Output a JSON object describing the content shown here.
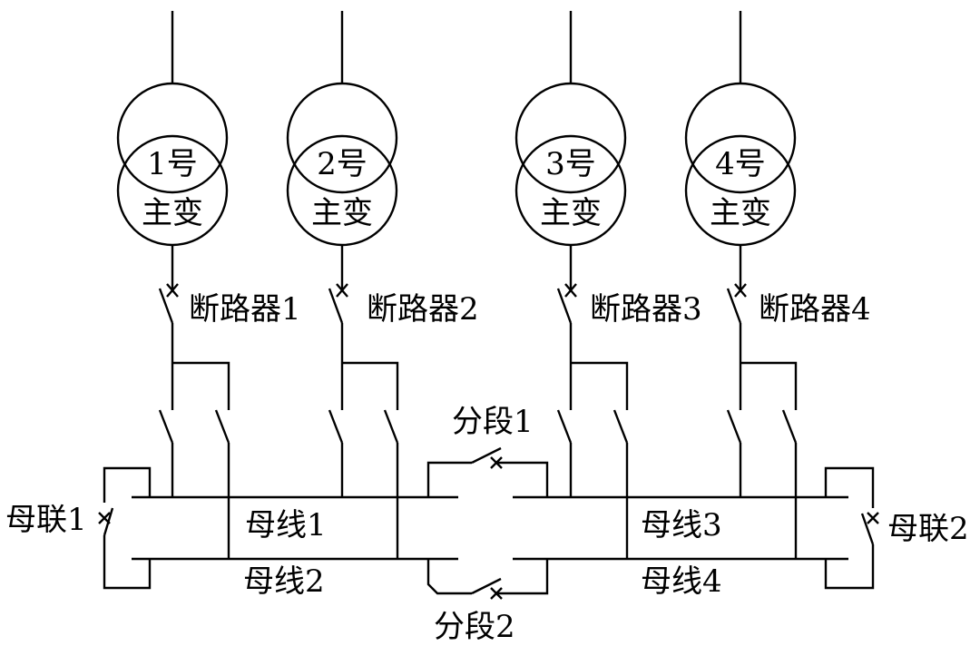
{
  "transformers": [
    {
      "number": "1号",
      "name": "主变"
    },
    {
      "number": "2号",
      "name": "主变"
    },
    {
      "number": "3号",
      "name": "主变"
    },
    {
      "number": "4号",
      "name": "主变"
    }
  ],
  "breakers": [
    "断路器1",
    "断路器2",
    "断路器3",
    "断路器4"
  ],
  "sectionalizers": [
    "分段1",
    "分段2"
  ],
  "bus_couplers": [
    "母联1",
    "母联2"
  ],
  "buses": [
    "母线1",
    "母线2",
    "母线3",
    "母线4"
  ]
}
